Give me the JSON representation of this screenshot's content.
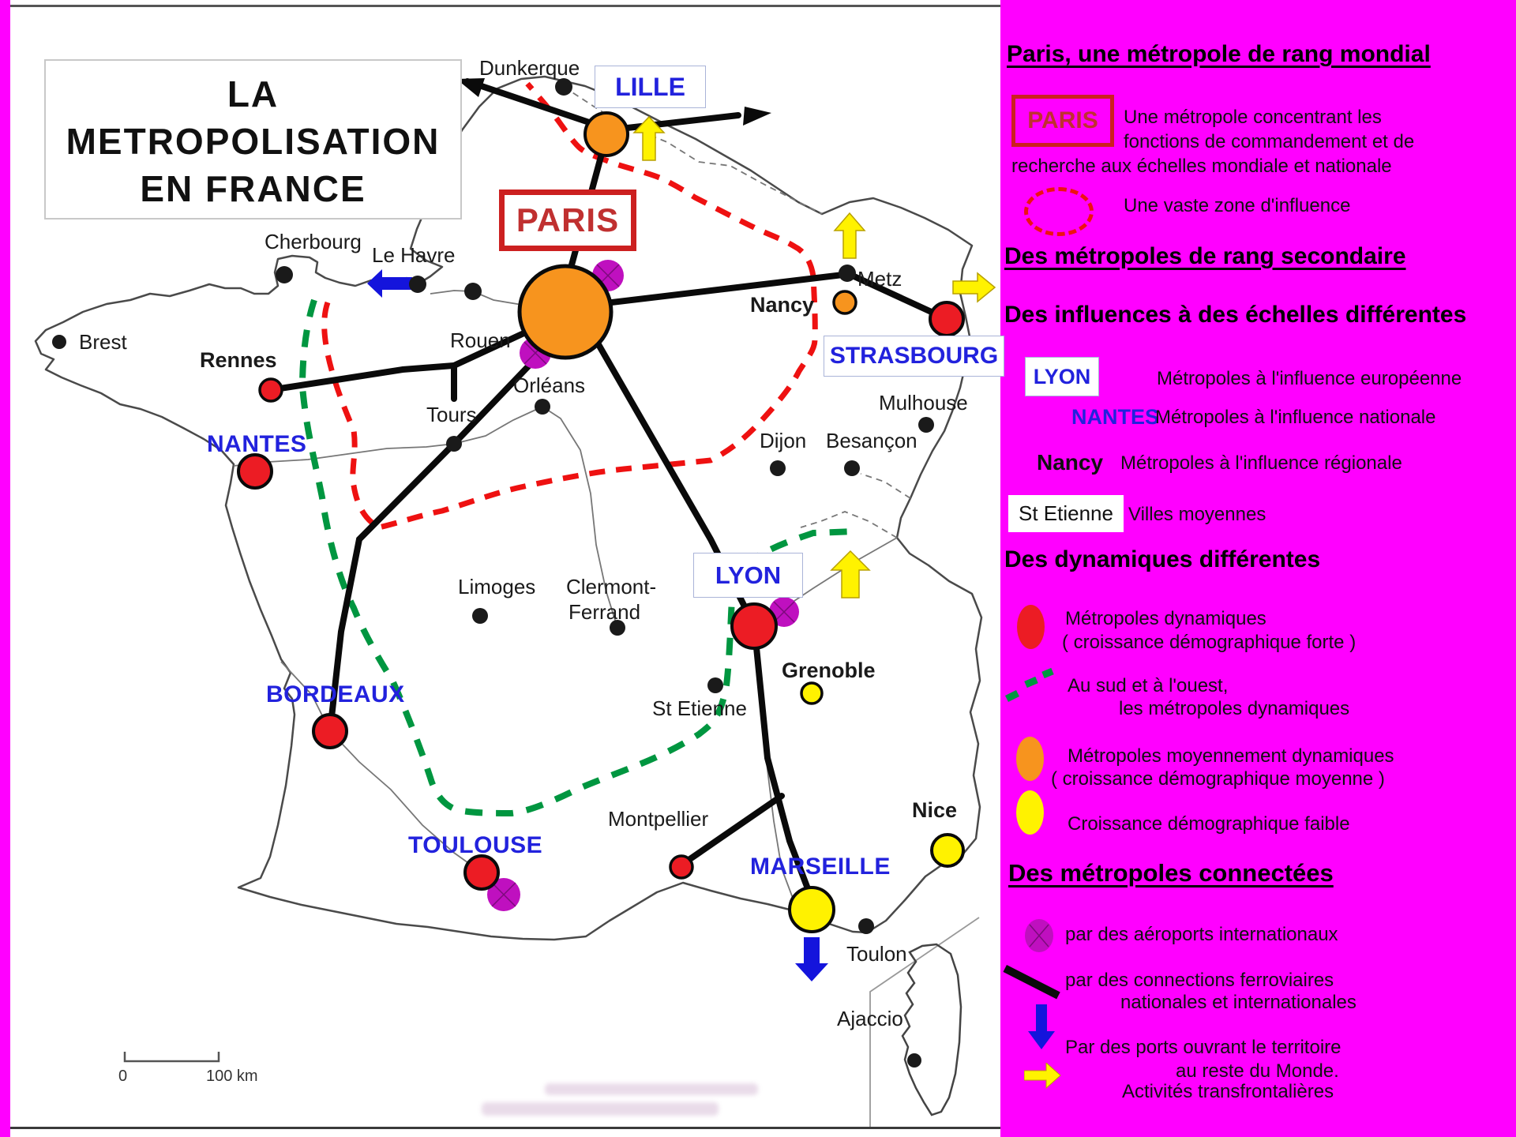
{
  "title": {
    "l1": "LA",
    "l2": "METROPOLISATION",
    "l3": "EN  FRANCE"
  },
  "scalebar": {
    "zero": "0",
    "hundred": "100 km"
  },
  "palette": {
    "panel_magenta": "#ff00ff",
    "metropole_orange": "#f7941e",
    "dynamic_red": "#ec1c24",
    "weak_growth_yellow": "#fff200",
    "airport_purple": "#bf10bf",
    "city_blue_text": "#2222dd",
    "arrow_blue": "#1414dc",
    "dash_green": "#009640",
    "dash_red": "#ee1111",
    "paris_box_red": "#cc2020"
  },
  "map": {
    "labels": {
      "dunkerque": "Dunkerque",
      "cherbourg": "Cherbourg",
      "lehavre": "Le Havre",
      "rouen": "Rouen",
      "brest": "Brest",
      "rennes": "Rennes",
      "nantes": "NANTES",
      "tours": "Tours",
      "orleans": "Orléans",
      "limoges": "Limoges",
      "clermont1": "Clermont-",
      "clermont2": "Ferrand",
      "dijon": "Dijon",
      "besancon": "Besançon",
      "mulhouse": "Mulhouse",
      "metz": "Metz",
      "nancy": "Nancy",
      "grenoble": "Grenoble",
      "stetienne": "St Etienne",
      "montpellier": "Montpellier",
      "toulon": "Toulon",
      "ajaccio": "Ajaccio",
      "nice": "Nice",
      "bordeaux": "BORDEAUX",
      "toulouse": "TOULOUSE",
      "marseille": "MARSEILLE",
      "lille": "LILLE",
      "strasbourg": "STRASBOURG",
      "lyon": "LYON",
      "paris": "PARIS"
    }
  },
  "legend": {
    "h1": "Paris, une métropole de rang mondial",
    "paris_box": "PARIS",
    "paris_desc1": "Une métropole concentrant les",
    "paris_desc2": "fonctions de commandement et de",
    "paris_desc3": "recherche aux échelles mondiale et nationale",
    "zone": "Une vaste zone d'influence",
    "h2": "Des métropoles de rang secondaire",
    "h3": "Des influences à des échelles différentes",
    "lyon": "LYON",
    "lyon_desc": "Métropoles à l'influence européenne",
    "nantes": "NANTES",
    "nantes_desc": "Métropoles à l'influence nationale",
    "nancy": "Nancy",
    "nancy_desc": "Métropoles à l'influence régionale",
    "stetienne": "St Etienne",
    "stetienne_desc": "Villes moyennes",
    "h4": "Des dynamiques différentes",
    "dyn1a": "Métropoles dynamiques",
    "dyn1b": "( croissance démographique forte )",
    "green1": "Au sud et à l'ouest,",
    "green2": "les métropoles dynamiques",
    "dyn2a": "Métropoles moyennement dynamiques",
    "dyn2b": "( croissance démographique moyenne )",
    "dyn3": "Croissance démographique faible",
    "h5": "Des métropoles connectées",
    "air": "par des aéroports internationaux",
    "rail1": "par des connections ferroviaires",
    "rail2": "nationales et internationales",
    "ports1": "Par des ports ouvrant le territoire",
    "ports2": "au reste du Monde.",
    "ports3": "Activités transfrontalières"
  }
}
